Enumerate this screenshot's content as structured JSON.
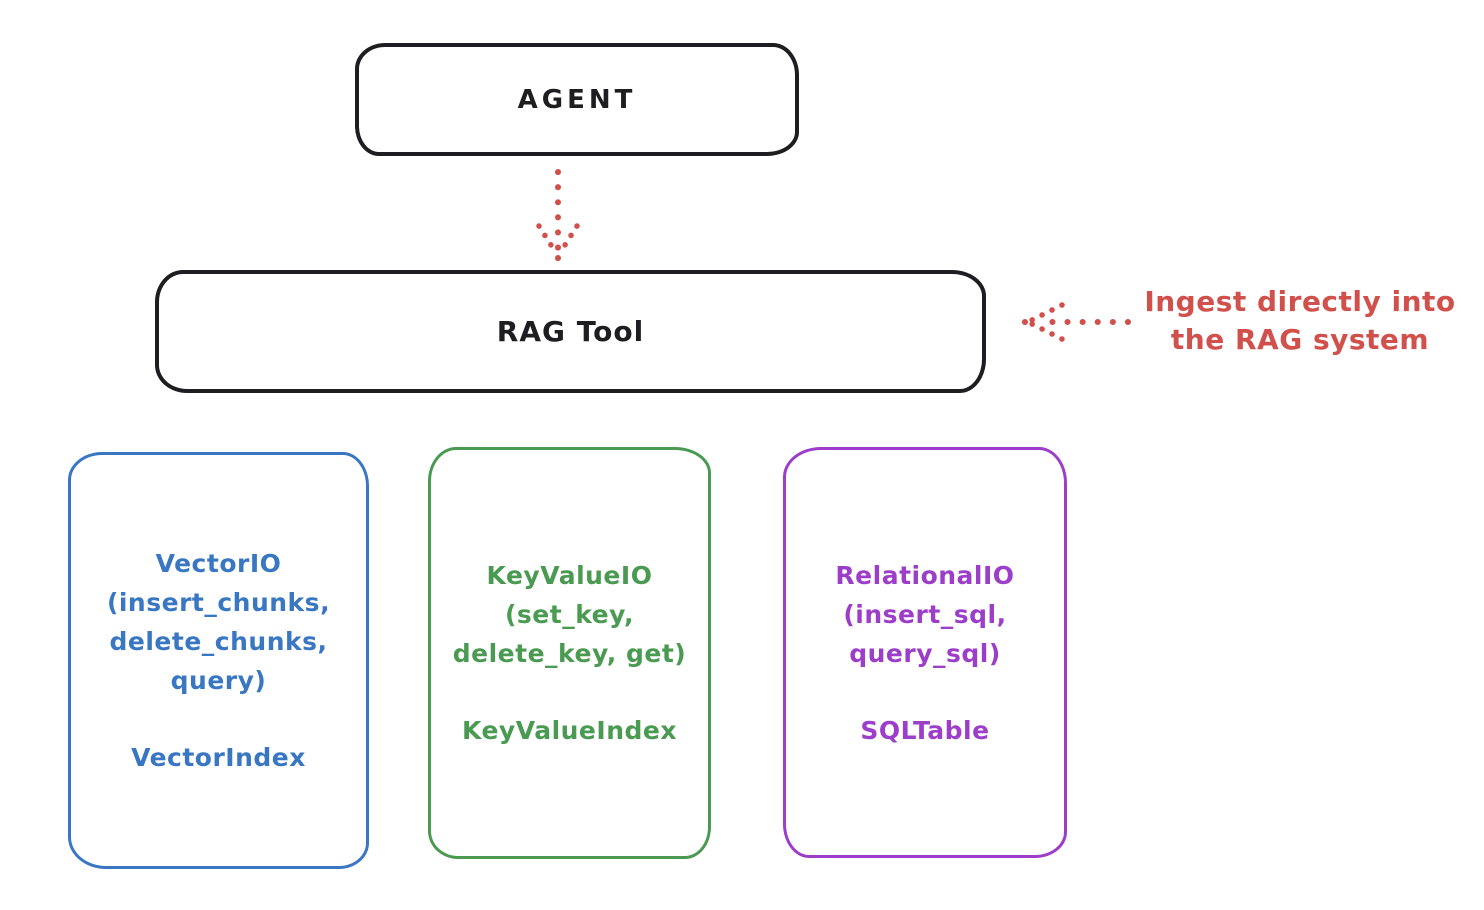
{
  "canvas": {
    "background": "#ffffff",
    "ink_color": "#1d1d22"
  },
  "agent_box": {
    "label": "AGENT"
  },
  "rag_tool_box": {
    "label": "RAG Tool"
  },
  "ingest_annotation": {
    "line1": "Ingest directly into",
    "line2": "the RAG system",
    "color": "#d1504b"
  },
  "arrows": {
    "agent_to_rag": {
      "style": "dotted",
      "direction": "down",
      "color": "#d1504b"
    },
    "annotation_to_rag": {
      "style": "dotted",
      "direction": "left",
      "color": "#d1504b"
    }
  },
  "modules": [
    {
      "signature_lines": [
        "VectorIO",
        "(insert_chunks,",
        "delete_chunks,",
        "query)"
      ],
      "index_label": "VectorIndex",
      "color": "#3a77c2"
    },
    {
      "signature_lines": [
        "KeyValueIO",
        "(set_key,",
        "delete_key, get)"
      ],
      "index_label": "KeyValueIndex",
      "color": "#4a9a52"
    },
    {
      "signature_lines": [
        "RelationalIO",
        "(insert_sql,",
        "query_sql)"
      ],
      "index_label": "SQLTable",
      "color": "#9c3ec9"
    }
  ]
}
